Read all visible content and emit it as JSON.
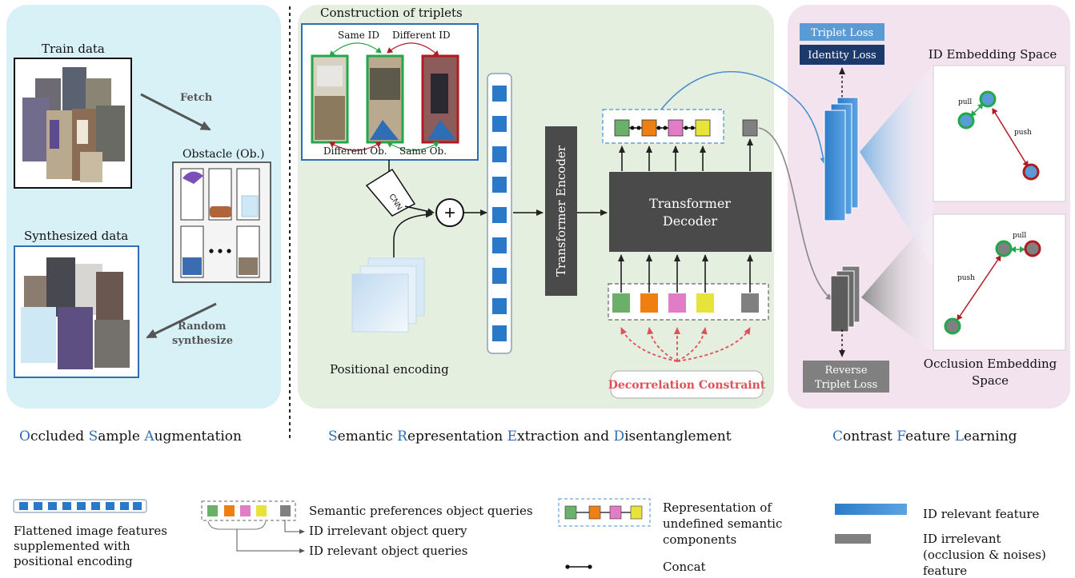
{
  "colors": {
    "left_panel": "#d8f1f7",
    "mid_panel": "#e4efe0",
    "right_panel": "#f3e3ef",
    "blue_accent": "#2f6db4",
    "feature_blue": "#2a78c8",
    "dark_box": "#4a4a4a",
    "query_green": "#6ab06a",
    "query_orange": "#f07f12",
    "query_pink": "#e17cc6",
    "query_yellow": "#e7e33a",
    "query_gray": "#808080",
    "pull_green": "#22a84a",
    "push_red": "#b01b22",
    "constraint_red": "#e05058"
  },
  "left": {
    "train_data": "Train data",
    "fetch": "Fetch",
    "obstacle": "Obstacle (Ob.)",
    "synthesized": "Synthesized data",
    "random_1": "Random",
    "random_2": "synthesize"
  },
  "middle": {
    "triplets_title": "Construction of triplets",
    "same_id": "Same ID",
    "different_id": "Different ID",
    "different_ob": "Different Ob.",
    "same_ob": "Same Ob.",
    "cnn": "CNN",
    "plus": "+",
    "positional": "Positional encoding",
    "encoder": "Transformer Encoder",
    "decoder_1": "Transformer",
    "decoder_2": "Decoder",
    "constraint": "Decorrelation Constraint"
  },
  "right": {
    "triplet_loss": "Triplet Loss",
    "identity_loss": "Identity Loss",
    "id_space": "ID Embedding Space",
    "pull": "pull",
    "push": "push",
    "reverse_1": "Reverse",
    "reverse_2": "Triplet Loss",
    "occ_1": "Occlusion Embedding",
    "occ_2": "Space"
  },
  "captions": {
    "left": [
      {
        "cap": "O",
        "rest": "ccluded "
      },
      {
        "cap": "S",
        "rest": "ample "
      },
      {
        "cap": "A",
        "rest": "ugmentation"
      }
    ],
    "middle": [
      {
        "cap": "S",
        "rest": "emantic "
      },
      {
        "cap": "R",
        "rest": "epresentation "
      },
      {
        "cap": "E",
        "rest": "xtraction and "
      },
      {
        "cap": "D",
        "rest": "isentanglement"
      }
    ],
    "right": [
      {
        "cap": "C",
        "rest": "ontrast "
      },
      {
        "cap": "F",
        "rest": "eature "
      },
      {
        "cap": "L",
        "rest": "earning"
      }
    ]
  },
  "legend": {
    "flattened_1": "Flattened image features",
    "flattened_2": "supplemented with",
    "flattened_3": "positional encoding",
    "semantic_queries": "Semantic preferences object queries",
    "id_irrelevant_query": "ID irrelevant object query",
    "id_relevant_queries": "ID relevant object queries",
    "repr_1": "Representation of",
    "repr_2": "undefined semantic",
    "repr_3": "components",
    "concat": "Concat",
    "id_relevant_feature": "ID relevant  feature",
    "id_irrelevant_1": "ID irrelevant",
    "id_irrelevant_2": "(occlusion & noises)",
    "id_irrelevant_3": "feature"
  }
}
